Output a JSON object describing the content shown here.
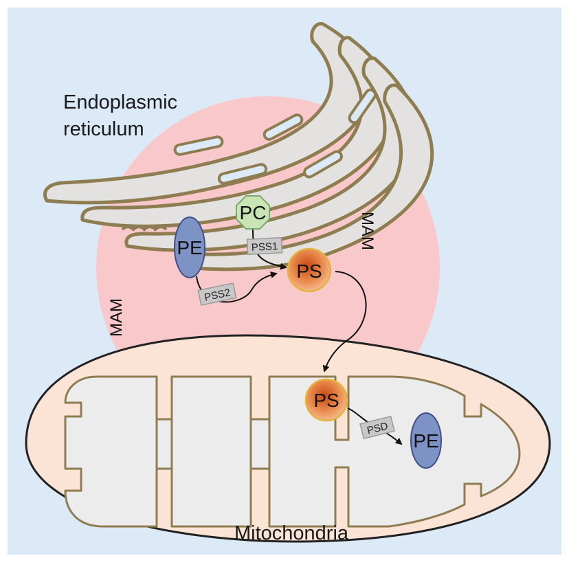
{
  "labels": {
    "er": [
      "Endoplasmic",
      "reticulum"
    ],
    "mam_left": "MAM",
    "mam_right": "MAM",
    "mitochondria": "Mitochondria"
  },
  "nodes": {
    "pc": "PC",
    "pe_er": "PE",
    "ps_er": "PS",
    "ps_mito": "PS",
    "pe_mito": "PE"
  },
  "enzymes": {
    "pss1": "PSS1",
    "pss2": "PSS2",
    "psd": "PSD"
  },
  "colors": {
    "background": "#dce9f6",
    "mam": "#f9c8cb",
    "er_fill": "#e4e2e1",
    "er_stroke": "#8f7d52",
    "mito_outer": "#fbe3d6",
    "mito_inner": "#ececec",
    "pc_fill": "#c9e4b5",
    "pe_fill": "#7d93c6",
    "ps_fill": "#e9874a",
    "enzyme_fill": "#c8c8c8"
  }
}
